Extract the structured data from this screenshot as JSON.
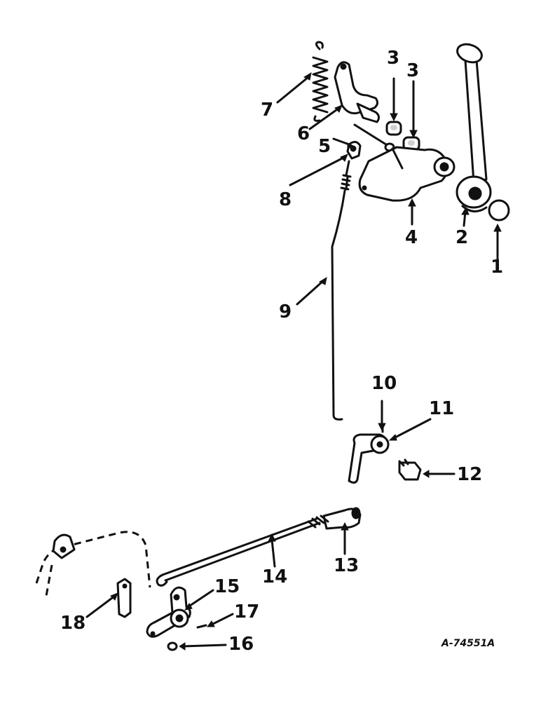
{
  "diagram": {
    "drawing_number": "A-74551A",
    "callouts": [
      "1",
      "2",
      "3",
      "3",
      "4",
      "5",
      "6",
      "7",
      "8",
      "9",
      "10",
      "11",
      "12",
      "13",
      "14",
      "15",
      "16",
      "17",
      "18"
    ],
    "parts": [
      "knob",
      "lever",
      "spacer",
      "spacer",
      "bracket",
      "pin",
      "lever-arm",
      "spring",
      "clevis",
      "rod",
      "cotter",
      "bell-crank",
      "pivot-bolt",
      "clevis",
      "rod",
      "lever",
      "washer",
      "pin",
      "bracket"
    ]
  }
}
